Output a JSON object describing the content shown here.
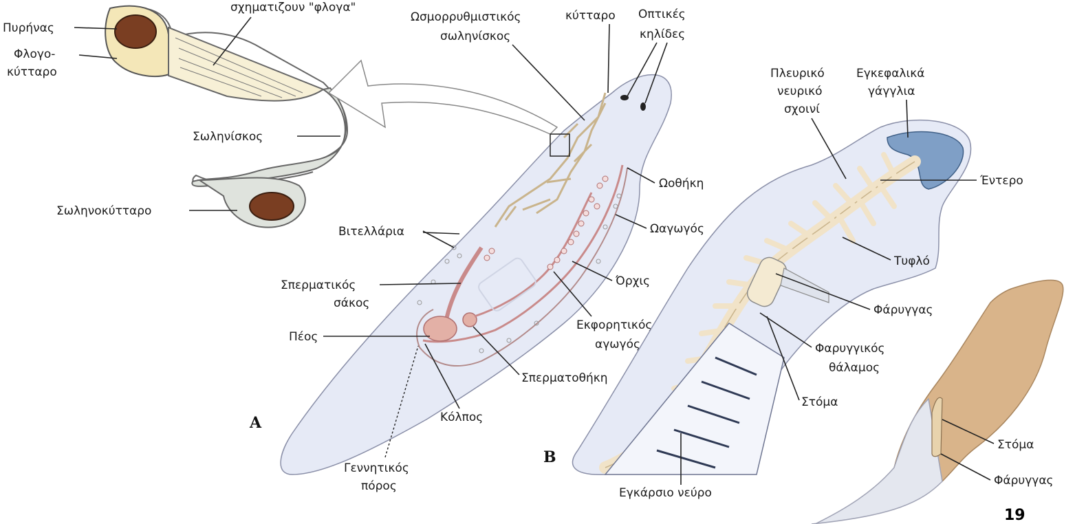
{
  "flame_cell_inset": {
    "nucleus": "Πυρήνας",
    "top_cut": "σχηματιζουν \"φλογα\"",
    "flame_cell_line1": "Φλογο-",
    "flame_cell_line2": "κύτταρο",
    "tubule": "Σωληνίσκος",
    "tubule_cell": "Σωληνοκύτταρο"
  },
  "panel_a": {
    "letter": "A",
    "osmo_line1": "Ωσμορρυθμιστικός",
    "osmo_line2": "σωληνίσκος",
    "cell_top": "κύτταρο",
    "eyespots_line1": "Οπτικές",
    "eyespots_line2": "κηλίδες",
    "ovary": "Ωοθήκη",
    "oviduct": "Ωαγωγός",
    "vitellaria": "Βιτελλάρια",
    "seminal_sac_line1": "Σπερματικός",
    "seminal_sac_line2": "σάκος",
    "testis": "Όρχις",
    "penis": "Πέος",
    "vas_line1": "Εκφορητικός",
    "vas_line2": "αγωγός",
    "seminal_receptacle": "Σπερματοθήκη",
    "vagina": "Κόλπος",
    "genital_pore_line1": "Γεννητικός",
    "genital_pore_line2": "πόρος"
  },
  "panel_b": {
    "letter": "B",
    "lateral_nerve_line1": "Πλευρικό",
    "lateral_nerve_line2": "νευρικό",
    "lateral_nerve_line3": "σχοινί",
    "ganglia_line1": "Εγκεφαλικά",
    "ganglia_line2": "γάγγλια",
    "intestine": "Έντερο",
    "cecum": "Τυφλό",
    "pharynx": "Φάρυγγας",
    "pharyngeal_chamber_line1": "Φαρυγγικός",
    "pharyngeal_chamber_line2": "θάλαμος",
    "mouth": "Στόμα",
    "transverse_nerve": "Εγκάρσιο νεύρο"
  },
  "side_view": {
    "mouth": "Στόμα",
    "pharynx": "Φάρυγγας"
  },
  "page_number": "19",
  "colors": {
    "body_fill": "#e6eaf6",
    "gut_fill": "#f1e3c8",
    "reproductive": "#c98a8a",
    "ganglia": "#7f9fc6",
    "side_body": "#d9b48a",
    "nucleus": "#7a3e22"
  }
}
